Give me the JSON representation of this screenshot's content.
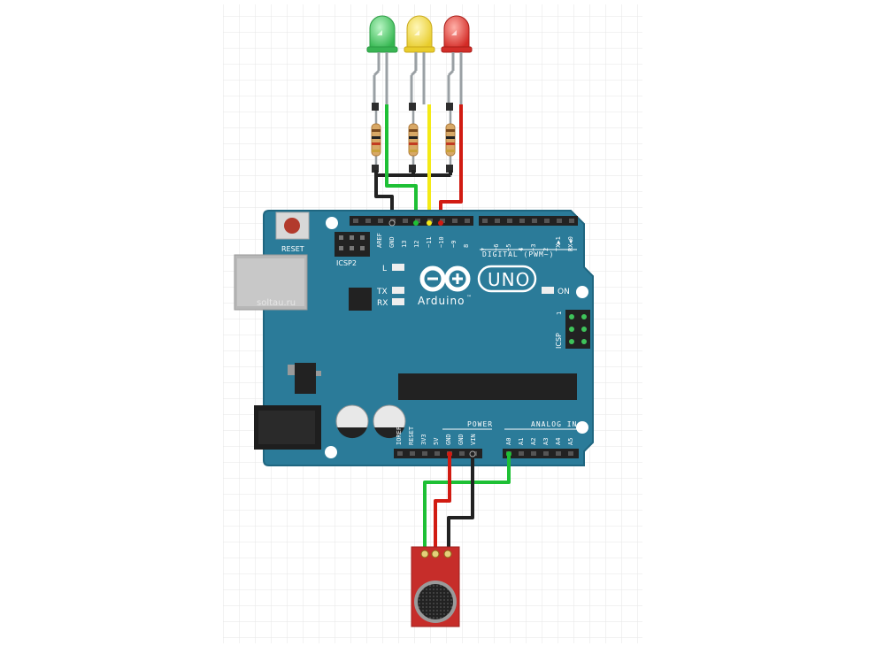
{
  "board": {
    "reset_label": "RESET",
    "icsp2_label": "ICSP2",
    "led_l": "L",
    "led_tx": "TX",
    "led_rx": "RX",
    "led_on": "ON",
    "uno_logo": "UNO",
    "brand": "Arduino",
    "trademark": "™",
    "digital_label": "DIGITAL (PWM~)",
    "power_label": "POWER",
    "analog_label": "ANALOG IN",
    "icsp_label": "ICSP",
    "icsp_pin": "1",
    "watermark": "soltau.ru",
    "digital_pins_left": [
      "AREF",
      "GND",
      "13",
      "12",
      "~11",
      "~10",
      "~9",
      "8"
    ],
    "digital_pins_right": [
      "7",
      "~6",
      "~5",
      "4",
      "~3",
      "2",
      "TX▶1",
      "RX◀0"
    ],
    "power_pins": [
      "IOREF",
      "RESET",
      "3V3",
      "5V",
      "GND",
      "GND",
      "VIN"
    ],
    "analog_pins": [
      "A0",
      "A1",
      "A2",
      "A3",
      "A4",
      "A5"
    ]
  },
  "colors": {
    "board": "#2b7b99",
    "board_edge": "#1f6680",
    "grid": "#e4e4e4",
    "led_green": "#3ec35a",
    "led_yellow": "#f1dc3c",
    "led_red": "#e23a35",
    "wire_green": "#1ec035",
    "wire_yellow": "#f4ea16",
    "wire_red": "#d11b12",
    "wire_black": "#222222",
    "mic_board": "#c62d2a"
  },
  "components": {
    "leds": [
      "led-green",
      "led-yellow",
      "led-red"
    ],
    "icons": [
      "usb-connector-icon",
      "barrel-jack-icon",
      "capacitor-icon",
      "chip-icon",
      "resistor-icon",
      "microphone-icon"
    ]
  }
}
